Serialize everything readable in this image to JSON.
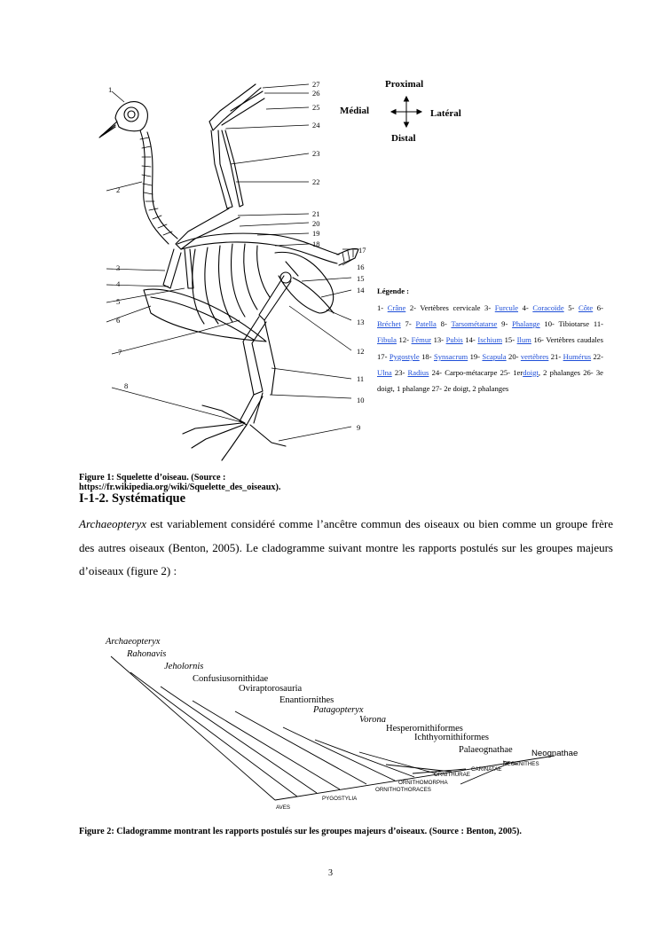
{
  "figure1": {
    "orientation": {
      "proximal": "Proximal",
      "medial": "Médial",
      "lateral": "Latéral",
      "distal": "Distal"
    },
    "numbers_right": [
      "27",
      "26",
      "25",
      "24",
      "23",
      "22",
      "21",
      "20",
      "19",
      "18",
      "17",
      "16",
      "15",
      "14",
      "13",
      "12",
      "11",
      "10",
      "9"
    ],
    "numbers_left": [
      "1",
      "2",
      "3",
      "4",
      "5",
      "6",
      "7",
      "8"
    ],
    "legend_title": "Légende :",
    "legend_items": [
      {
        "n": "1-",
        "t": "Crâne",
        "link": true
      },
      {
        "n": "2-",
        "t": "Vertèbres cervicale",
        "link": false
      },
      {
        "n": "3-",
        "t": "Furcule",
        "link": true
      },
      {
        "n": "4-",
        "t": "Coracoïde",
        "link": true
      },
      {
        "n": "5-",
        "t": "Côte",
        "link": true
      },
      {
        "n": "6-",
        "t": "Bréchet",
        "link": true
      },
      {
        "n": "7-",
        "t": "Patella",
        "link": true
      },
      {
        "n": "8-",
        "t": "Tarsométatarse",
        "link": true
      },
      {
        "n": "9-",
        "t": "Phalange",
        "link": true
      },
      {
        "n": "10-",
        "t": "Tibiotarse",
        "link": false
      },
      {
        "n": "11-",
        "t": "Fibula",
        "link": true
      },
      {
        "n": "12-",
        "t": "Fémur",
        "link": true
      },
      {
        "n": "13-",
        "t": "Pubis",
        "link": true
      },
      {
        "n": "14-",
        "t": "Ischium",
        "link": true
      },
      {
        "n": "15-",
        "t": "Ilum",
        "link": true
      },
      {
        "n": "16-",
        "t": "Vertèbres caudales",
        "link": false
      },
      {
        "n": "17-",
        "t": "Pygostyle",
        "link": true
      },
      {
        "n": "18-",
        "t": "Synsacrum",
        "link": true
      },
      {
        "n": "19-",
        "t": "Scapula",
        "link": true
      },
      {
        "n": "20-",
        "t": "vertèbres",
        "link": true
      },
      {
        "n": "21-",
        "t": "Humérus",
        "link": true
      },
      {
        "n": "22-",
        "t": "Ulna",
        "link": true
      },
      {
        "n": "23-",
        "t": "Radius",
        "link": true
      },
      {
        "n": "24-",
        "t": "Carpo-métacarpe",
        "link": false
      },
      {
        "n": "25-",
        "t": "1er",
        "link": false
      },
      {
        "n": "",
        "t": "doigt",
        "link": true
      },
      {
        "n": "",
        "t": ", 2 phalanges",
        "link": false
      },
      {
        "n": "26-",
        "t": "3e doigt, 1 phalange",
        "link": false
      },
      {
        "n": "27-",
        "t": "2e doigt, 2 phalanges",
        "link": false
      }
    ],
    "caption": "Figure 1: Squelette d’oiseau. (Source : https://fr.wikipedia.org/wiki/Squelette_des_oiseaux)."
  },
  "section_heading": "I-1-2. Systématique",
  "paragraph": {
    "italic_term": "Archaeopteryx",
    "text_after": " est variablement considéré comme l’ancêtre commun des oiseaux ou bien comme un groupe frère des autres oiseaux (Benton, 2005). Le cladogramme suivant montre les rapports postulés sur les groupes majeurs d’oiseaux (figure 2) :"
  },
  "figure2": {
    "taxa": [
      "Archaeopteryx",
      "Rahonavis",
      "Jeholornis",
      "Confusiusornithidae",
      "Oviraptorosauria",
      "Enantiornithes",
      "Patagopteryx",
      "Vorona",
      "Hesperornithiformes",
      "Ichthyornithiformes",
      "Palaeognathae",
      "Neognathae"
    ],
    "nodes": [
      "AVES",
      "PYGOSTYLIA",
      "ORNITHOTHORACES",
      "ORNITHOMORPHA",
      "ORNITHURAE",
      "CARINATAE",
      "NEORNITHES"
    ],
    "caption": "Figure 2: Cladogramme montrant les rapports postulés sur les groupes majeurs d’oiseaux. (Source : Benton, 2005)."
  },
  "page_number": "3"
}
